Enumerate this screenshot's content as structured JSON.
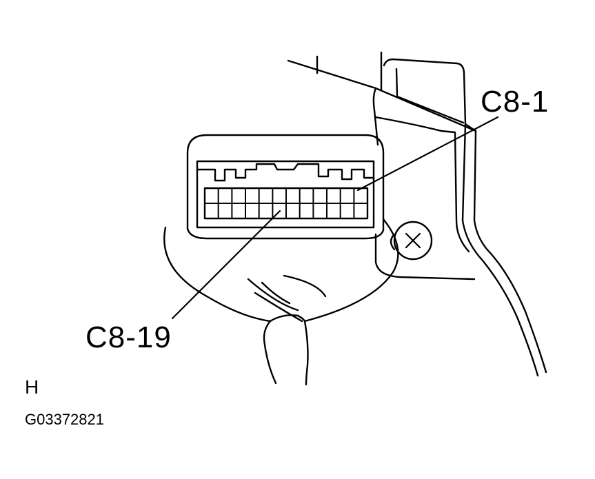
{
  "diagram": {
    "callouts": {
      "pin_1": "C8-1",
      "pin_19": "C8-19"
    },
    "view_letter": "H",
    "figure_code": "G03372821",
    "connector": {
      "pin_rows": 2,
      "pins_per_row": 12
    },
    "ink_color": "#000000",
    "background_color": "#ffffff"
  }
}
